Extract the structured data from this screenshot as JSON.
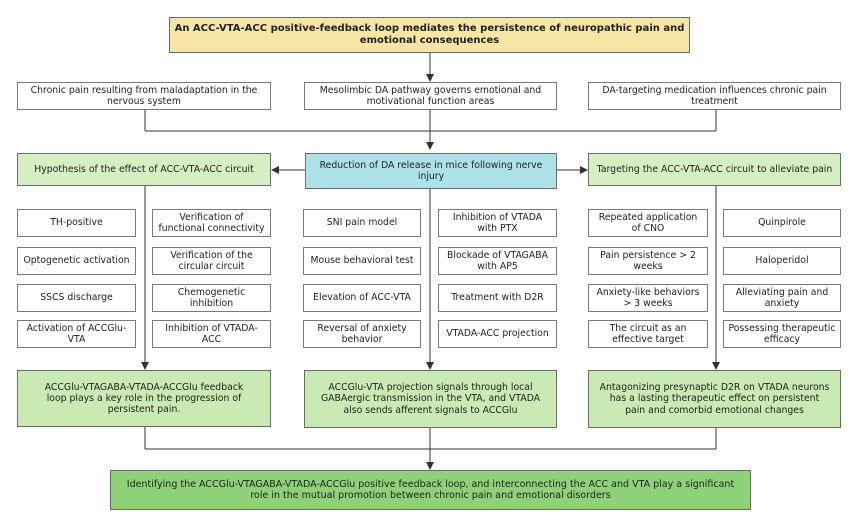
{
  "title": "An ACC-VTA-ACC positive-feedback loop mediates the persistence of neuropathic pain and emotional consequences",
  "top": {
    "left": "Chronic pain resulting from maladaptation in the nervous system",
    "center": "Mesolimbic DA pathway governs emotional and motivational function areas",
    "right": "DA-targeting medication influences chronic pain treatment"
  },
  "middle": {
    "left": "Hypothesis of the effect of ACC-VTA-ACC circuit",
    "center": "Reduction of DA release in mice following nerve injury",
    "right": "Targeting the ACC-VTA-ACC circuit to alleviate pain"
  },
  "grid": {
    "col1": [
      "TH-positive",
      "Optogenetic activation",
      "SSCS discharge",
      "Activation of ACCGlu-VTA"
    ],
    "col2": [
      "Verification of functional connectivity",
      "Verification of the circular circuit",
      "Chemogenetic inhibition",
      "Inhibition of VTADA-ACC"
    ],
    "col3": [
      "SNI pain model",
      "Mouse behavioral test",
      "Elevation of ACC-VTA",
      "Reversal of anxiety behavior"
    ],
    "col4": [
      "Inhibition of VTADA with PTX",
      "Blockade of VTAGABA with AP5",
      "Treatment with D2R",
      "VTADA-ACC projection"
    ],
    "col5": [
      "Repeated application of CNO",
      "Pain persistence > 2 weeks",
      "Anxiety-like behaviors > 3 weeks",
      "The circuit as an effective target"
    ],
    "col6": [
      "Quinpirole",
      "Haloperidol",
      "Alleviating pain and anxiety",
      "Possessing therapeutic efficacy"
    ]
  },
  "conclusions": {
    "left": "ACCGlu-VTAGABA-VTADA-ACCGlu feedback loop plays a key role in the progression of persistent pain.",
    "center": "ACCGlu-VTA projection signals through local GABAergic transmission in the VTA, and VTADA also sends afferent signals to ACCGlu",
    "right": "Antagonizing presynaptic D2R on VTADA neurons has a lasting therapeutic effect on persistent pain and comorbid emotional changes"
  },
  "final": "Identifying the ACCGlu-VTAGABA-VTADA-ACCGlu positive feedback loop, and interconnecting the ACC and VTA play a significant role in the mutual promotion between chronic pain and emotional disorders"
}
